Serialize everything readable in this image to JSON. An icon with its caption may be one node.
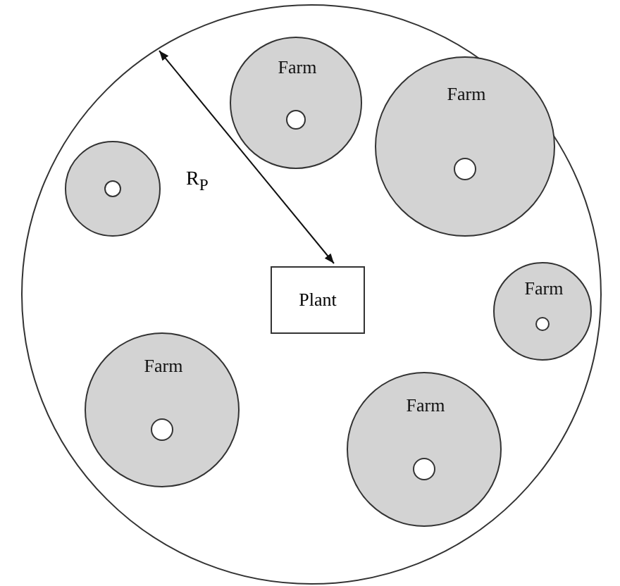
{
  "diagram": {
    "nodes": [
      {
        "text": [],
        "shape": "circle"
      },
      {
        "text": [
          "Farm"
        ],
        "in": 0
      },
      {
        "text": [
          "Farm"
        ],
        "in": 0
      },
      {
        "text": [],
        "shape": "circle",
        "in": 0
      },
      {
        "text": [
          "Plant"
        ],
        "in": 0
      },
      {
        "text": [
          "Farm"
        ],
        "in": 0
      },
      {
        "text": [
          "Farm"
        ],
        "in": 0
      },
      {
        "text": [
          "Farm"
        ],
        "in": 0
      }
    ],
    "edges": [],
    "labels": [
      "R$_{P}$"
    ]
  }
}
